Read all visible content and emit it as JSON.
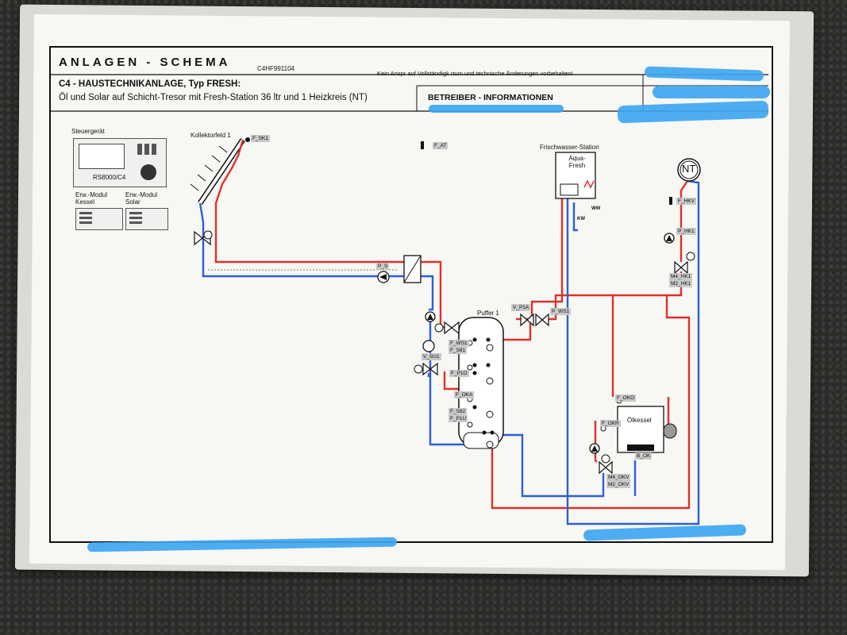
{
  "header": {
    "title": "ANLAGEN - SCHEMA",
    "code": "C4HF991104",
    "disclaimer": "Kein Anspr      auf Vollständigk    rtum und technische Änderungen vorbehalten!",
    "system_name": "C4 - HAUSTECHNIKANLAGE, Typ FRESH:",
    "system_desc": "Öl und Solar auf Schicht-Tresor mit Fresh-Station 36 ltr und 1 Heizkreis (NT)",
    "operator_info": "BETREIBER - INFORMATIONEN"
  },
  "controls": {
    "controller_label": "Steuergerät",
    "controller_model": "RS8000/C4",
    "module_boiler": "Erw.-Modul Kessel",
    "module_solar": "Erw.-Modul Solar"
  },
  "components": {
    "collector": "Kollektorfeld 1",
    "fresh_station": "Frischwasser-Station",
    "aqua_fresh": "Aqua- Fresh",
    "buffer": "Puffer 1",
    "boiler": "Ölkessel",
    "nt_circuit": "NT",
    "ww": "WW",
    "kw": "KW"
  },
  "tags": {
    "f_sk1": "F_SK1",
    "f_at": "F_AT",
    "f_hkv": "F_HKV",
    "p_hk1": "P_HK1",
    "m4_hk1": "M4_HK1",
    "m2_hk1": "M2_HK1",
    "p_s": "P_S",
    "v_p1a": "V_P1A",
    "p_ws1": "P_WS1",
    "f_ws1": "F_WS1",
    "f_s81": "F_S81",
    "v_su1": "V_SU1",
    "f_p1o": "F_P1O",
    "f_oka": "F_OKA",
    "f_s82": "F_S82",
    "f_p1u": "F_P1U",
    "f_oko": "F_OKO",
    "f_okr": "F_OKR",
    "b_ok": "B_OK",
    "m4_okv": "M4_OKV",
    "m2_okv": "M2_OKV"
  },
  "colors": {
    "supply": "#e0302a",
    "return": "#2f5fd0",
    "redaction": "#3fa6f0"
  }
}
